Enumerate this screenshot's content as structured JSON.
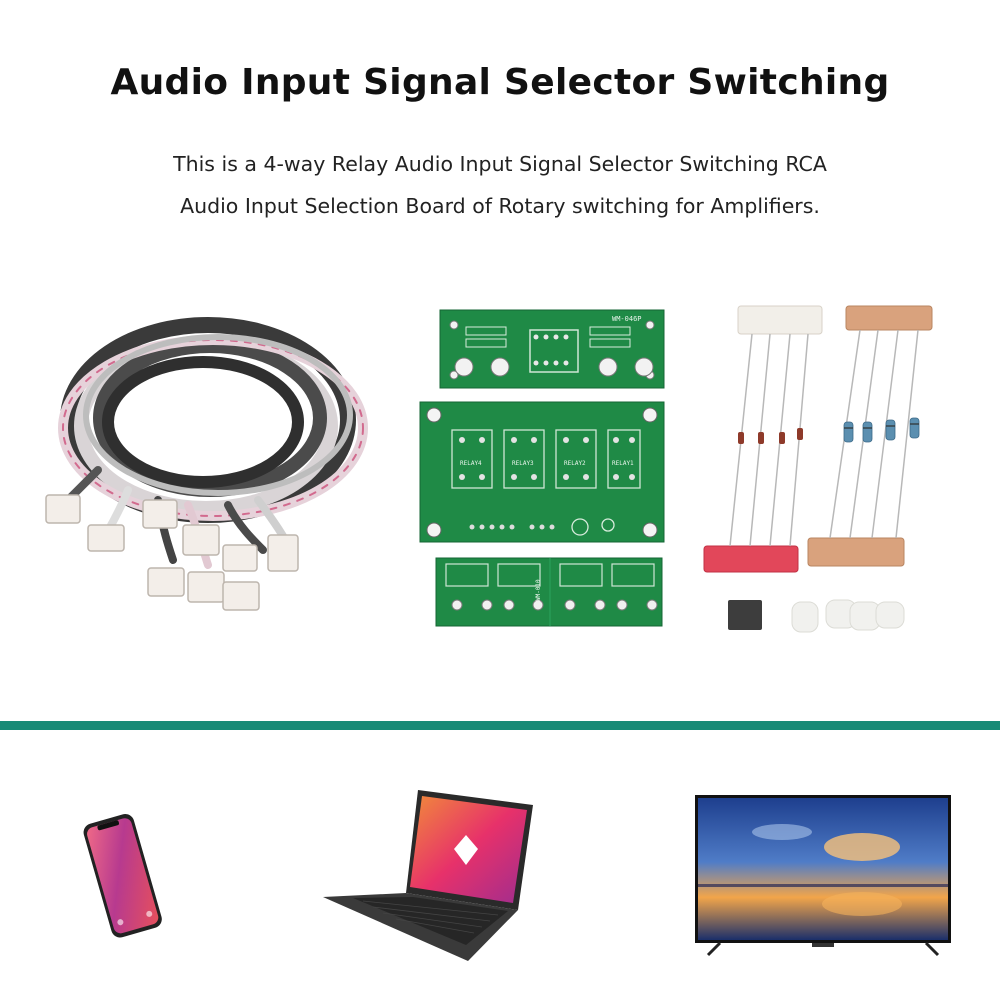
{
  "title": "Audio Input Signal Selector Switching",
  "description": {
    "line1": "This is a 4-way Relay Audio Input Signal Selector Switching RCA",
    "line2": "Audio Input Selection Board of Rotary switching for Amplifiers."
  },
  "colors": {
    "divider": "#188a76",
    "pcb_green": "#1f8a46",
    "text": "#111111"
  },
  "board_labels": {
    "top_board": "WM-046P",
    "relays": [
      "RELAY1",
      "RELAY2",
      "RELAY3",
      "RELAY4"
    ],
    "bottom_board": "WM-010"
  },
  "devices": [
    "phone",
    "laptop",
    "tv"
  ]
}
